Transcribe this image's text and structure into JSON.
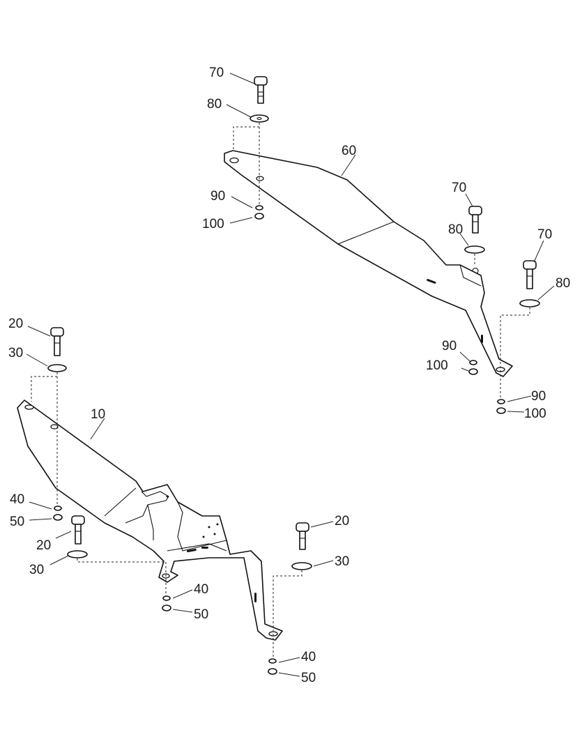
{
  "callouts": {
    "c70a": "70",
    "c80a": "80",
    "c60": "60",
    "c90a": "90",
    "c100a": "100",
    "c70b": "70",
    "c80b": "80",
    "c70c": "70",
    "c80c": "80",
    "c90b": "90",
    "c100b": "100",
    "c90c": "90",
    "c100c": "100",
    "c20a": "20",
    "c30a": "30",
    "c10": "10",
    "c40a": "40",
    "c50a": "50",
    "c20b": "20",
    "c30b": "30",
    "c40b": "40",
    "c50b": "50",
    "c20c": "20",
    "c30c": "30",
    "c40c": "40",
    "c50c": "50"
  },
  "colors": {
    "line": "#111111",
    "background": "#ffffff"
  }
}
